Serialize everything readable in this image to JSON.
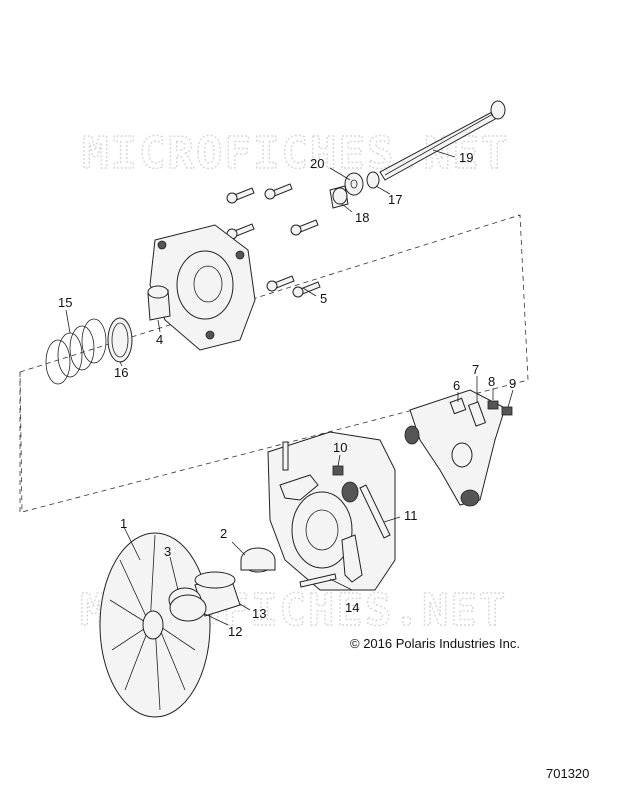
{
  "watermark": "MICROFICHES.NET",
  "copyright": "© 2016 Polaris Industries Inc.",
  "figure_number": "701320",
  "callouts": {
    "c1": "1",
    "c2": "2",
    "c3": "3",
    "c4": "4",
    "c5": "5",
    "c6": "6",
    "c7": "7",
    "c8": "8",
    "c9": "9",
    "c10": "10",
    "c11": "11",
    "c12": "12",
    "c13": "13",
    "c14": "14",
    "c15": "15",
    "c16": "16",
    "c17": "17",
    "c18": "18",
    "c19": "19",
    "c20": "20"
  }
}
